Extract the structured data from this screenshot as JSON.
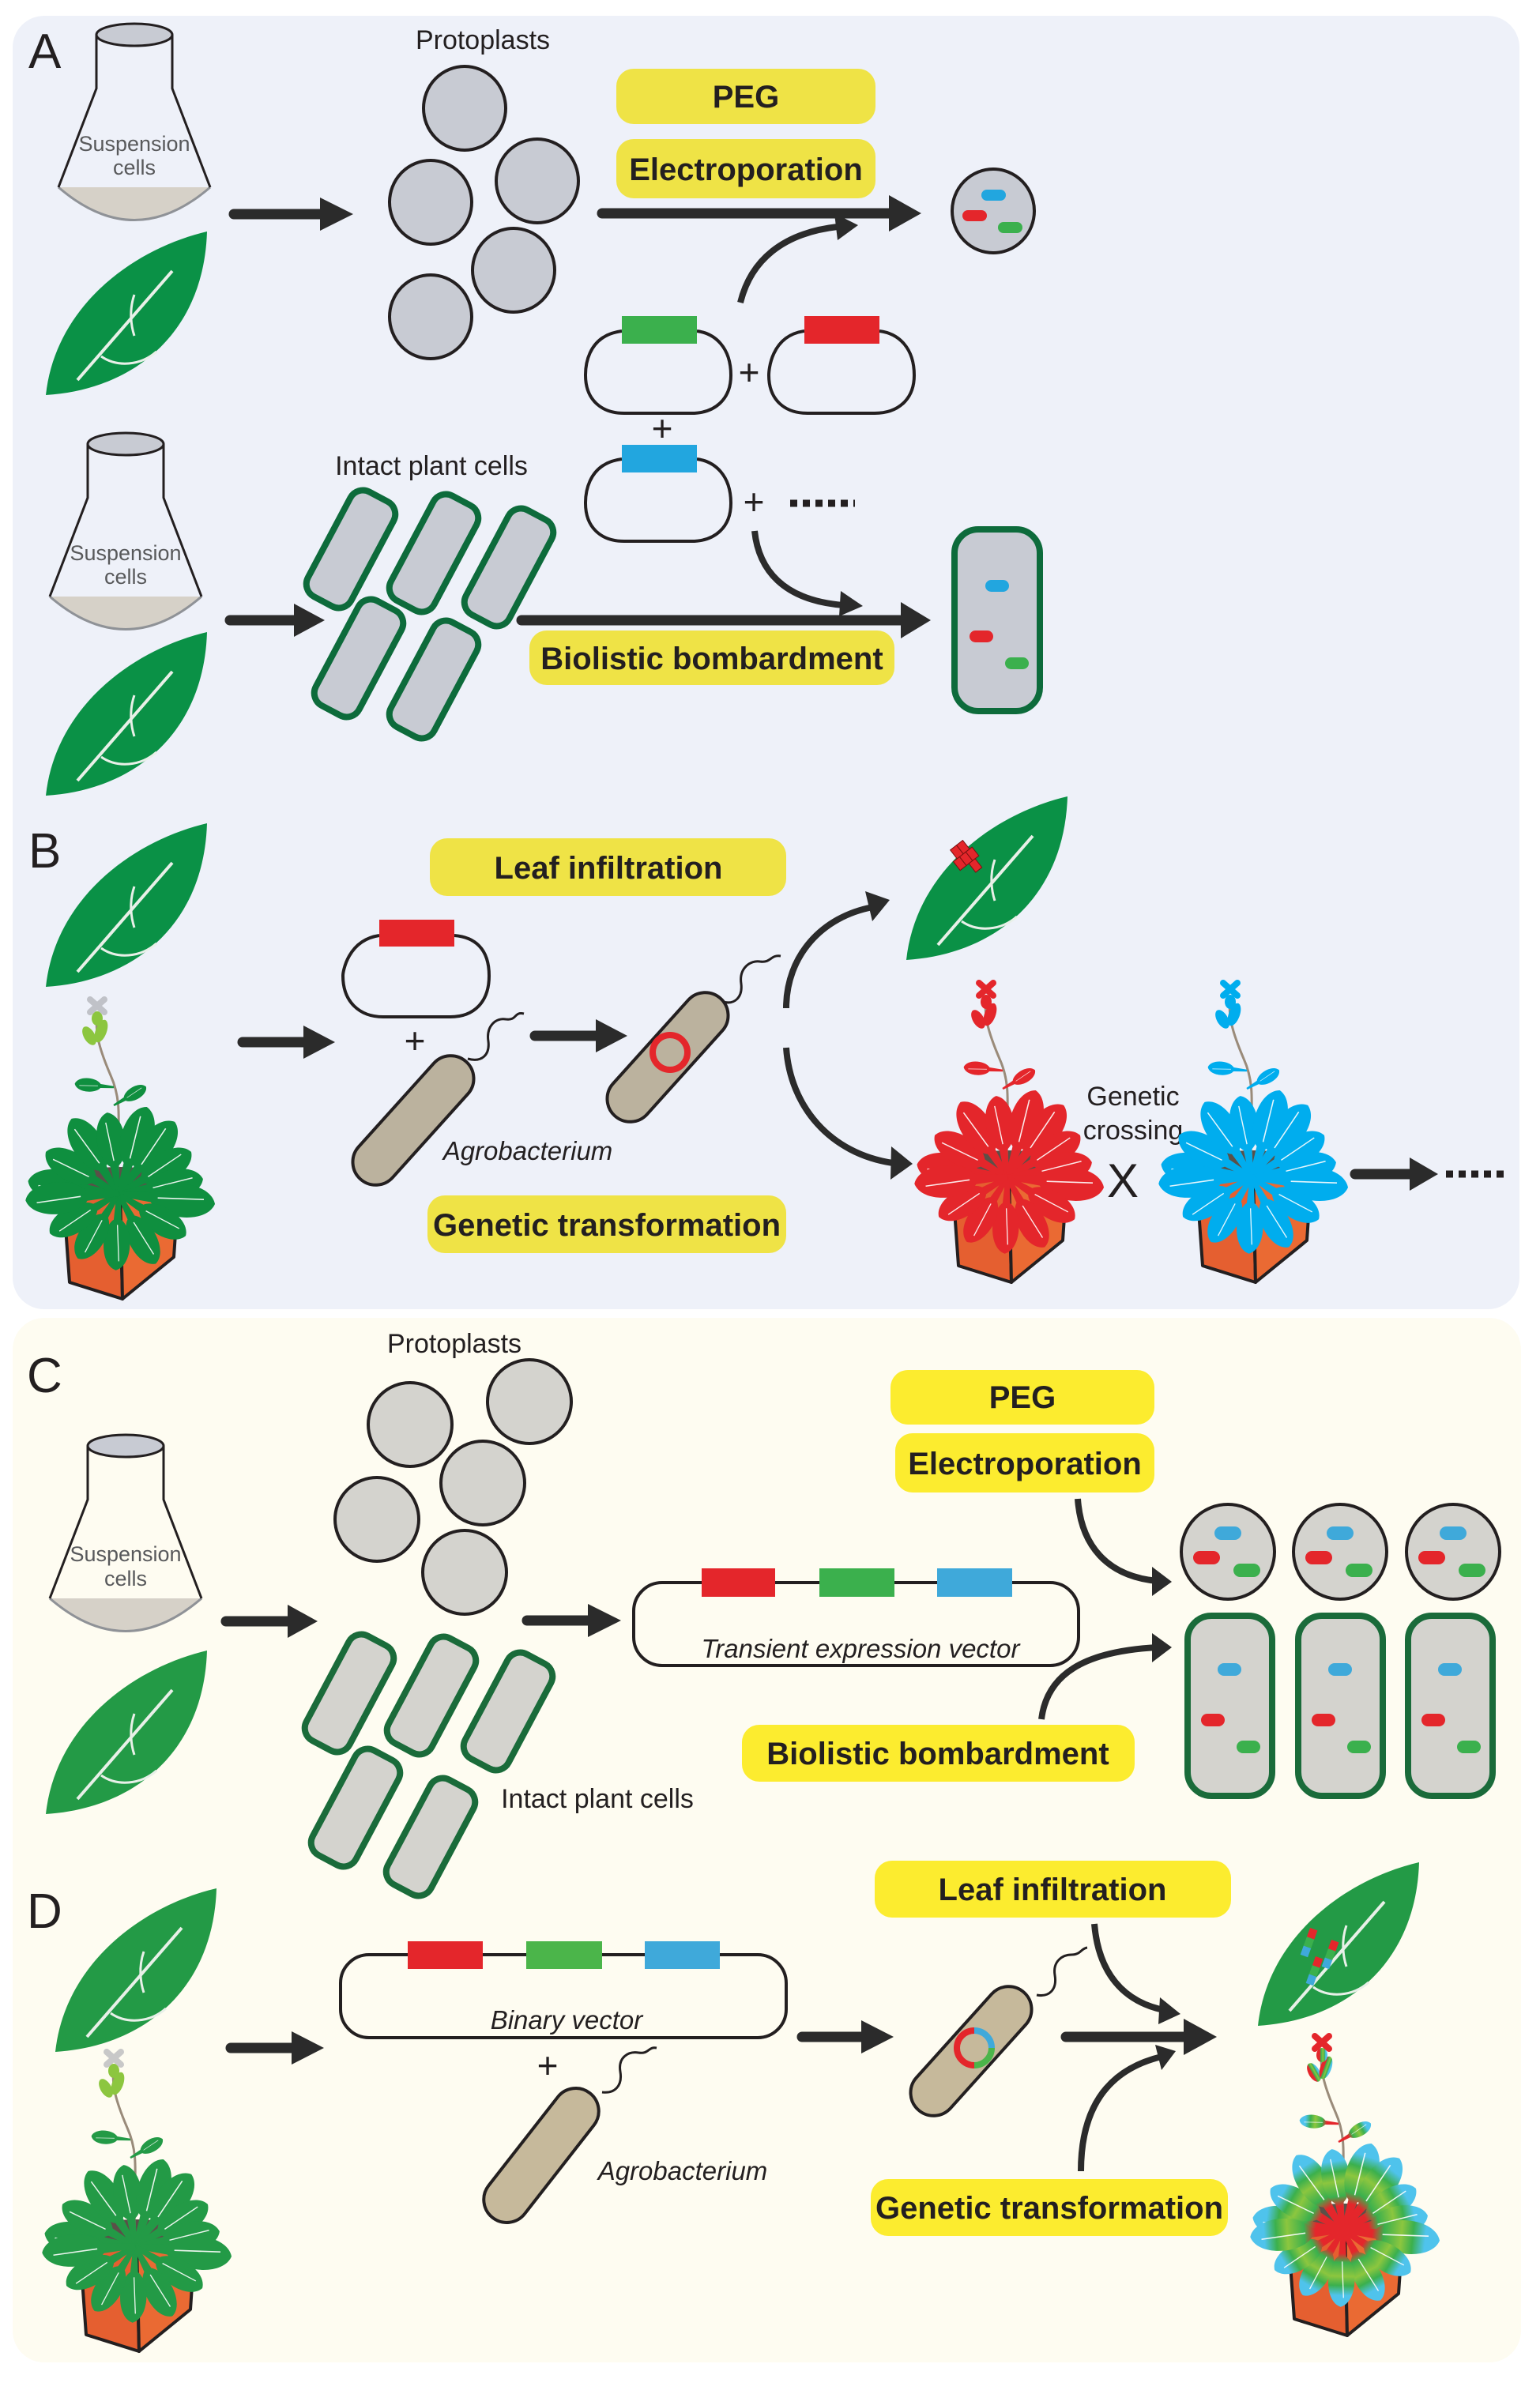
{
  "figure": {
    "panels": {
      "A": {
        "letter": "A",
        "protoplasts_label": "Protoplasts",
        "flask_text_line1": "Suspension",
        "flask_text_line2": "cells",
        "intact_cells_label": "Intact plant cells",
        "method_peg": "PEG",
        "method_electroporation": "Electroporation",
        "method_biolistic": "Biolistic bombardment",
        "plus": "+",
        "plasmid_genes": [
          "green",
          "red",
          "blue"
        ]
      },
      "B": {
        "letter": "B",
        "method_leaf_infiltration": "Leaf infiltration",
        "method_genetic_transformation": "Genetic transformation",
        "bacterium_label": "Agrobacterium",
        "plus": "+",
        "crossing_line1": "Genetic",
        "crossing_line2": "crossing",
        "cross_symbol": "X"
      },
      "C": {
        "letter": "C",
        "protoplasts_label": "Protoplasts",
        "flask_text_line1": "Suspension",
        "flask_text_line2": "cells",
        "intact_cells_label": "Intact plant cells",
        "vector_label": "Transient expression vector",
        "method_peg": "PEG",
        "method_electroporation": "Electroporation",
        "method_biolistic": "Biolistic bombardment"
      },
      "D": {
        "letter": "D",
        "vector_label": "Binary vector",
        "bacterium_label": "Agrobacterium",
        "plus": "+",
        "method_leaf_infiltration": "Leaf infiltration",
        "method_genetic_transformation": "Genetic transformation"
      }
    },
    "colors": {
      "panel_ab_bg": "#eef1f9",
      "panel_cd_bg": "#fefcf1",
      "method_box_ab": "#efe346",
      "method_box_cd": "#fcec2f",
      "gene_red": "#e4262b",
      "gene_green": "#3bb04d",
      "gene_blue": "#22a6df",
      "leaf_green": "#0a9146",
      "pot_orange": "#e55f30"
    }
  }
}
